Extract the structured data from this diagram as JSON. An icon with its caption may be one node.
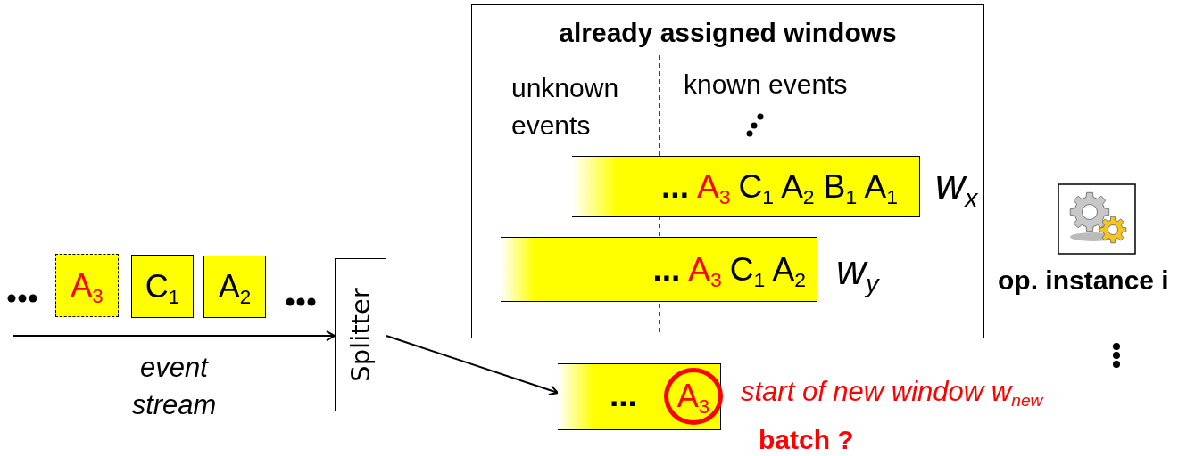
{
  "diagram": {
    "nodes": [
      {
        "text": [
          "A$_{3}$"
        ]
      },
      {
        "text": [
          "C$_{1}$"
        ]
      },
      {
        "text": [
          "A$_{2}$"
        ]
      },
      {
        "text": [
          "Splitter"
        ]
      },
      {
        "text": [
          "already assigned windows"
        ]
      },
      {
        "text": [
          "...",
          "A$_{3}$",
          "C$_{1}$ A$_{2}$ B$_{1}$ A$_{1}$"
        ],
        "in": 4,
        "beside": [
          "w$_{x}$"
        ]
      },
      {
        "text": [
          "...",
          "A$_{3}$",
          "C$_{1}$ A$_{2}$"
        ],
        "in": 4,
        "beside": [
          "w$_{y}$"
        ]
      },
      {
        "text": [
          "..."
        ]
      },
      {
        "text": [
          "A$_{3}$"
        ],
        "in": 7,
        "beside": [
          "start of new window  w$_{new}$"
        ]
      },
      {
        "text": [
          "op. instance i"
        ]
      }
    ],
    "edges": [
      {
        "from": null,
        "to": 3,
        "arrow": "to",
        "label": "event stream"
      },
      {
        "from": 3,
        "to": 7,
        "arrow": "to"
      }
    ],
    "labels": [
      "unknown events",
      "known events",
      "batch ?"
    ]
  }
}
